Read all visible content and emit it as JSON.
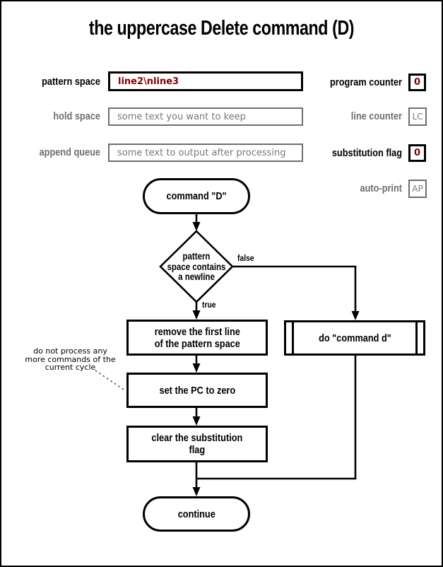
{
  "title": "the uppercase Delete command (D)",
  "state_panel": {
    "fields_left": [
      {
        "label": "pattern space",
        "value": "line2\\nline3",
        "active": true
      },
      {
        "label": "hold space",
        "value": "some text you want to keep",
        "active": false
      },
      {
        "label": "append queue",
        "value": "some text to output after processing",
        "active": false
      }
    ],
    "fields_right": [
      {
        "label": "program counter",
        "value": "0",
        "active": true
      },
      {
        "label": "line counter",
        "value": "LC",
        "active": false
      },
      {
        "label": "substitution flag",
        "value": "0",
        "active": true
      },
      {
        "label": "auto-print",
        "value": "AP",
        "active": false
      }
    ]
  },
  "flowchart": {
    "start": "command \"D\"",
    "decision": {
      "lines": [
        "pattern",
        "space contains",
        "a newline"
      ]
    },
    "branch_true": "true",
    "branch_false": "false",
    "box_remove": {
      "lines": [
        "remove the first line",
        "of the pattern space"
      ]
    },
    "box_set_pc": "set the PC to zero",
    "box_clear": {
      "lines": [
        "clear the substitution",
        "flag"
      ]
    },
    "box_do_d": "do \"command d\"",
    "end": "continue",
    "annotation": {
      "lines": [
        "do not process any",
        "more commands of the",
        "current cycle"
      ]
    }
  },
  "colors": {
    "accent_red": "#7f0000",
    "gray": "#6e6e6e",
    "line_black": "#000000",
    "background": "#ffffff"
  }
}
